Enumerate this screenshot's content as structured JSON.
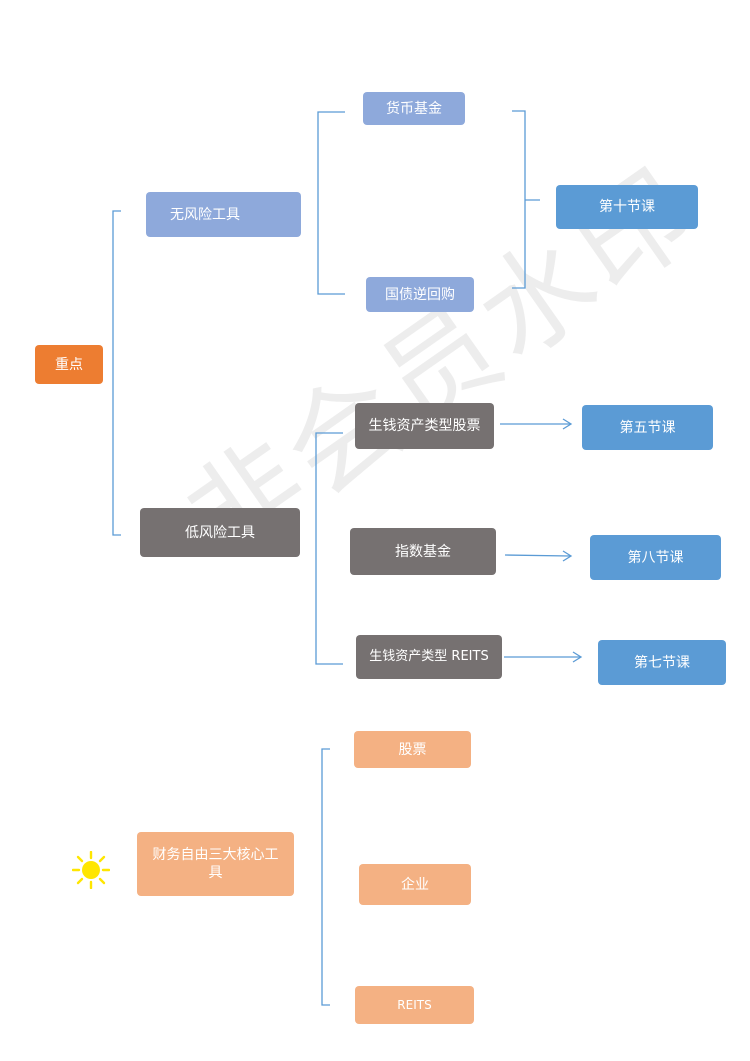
{
  "colors": {
    "orange": "#ED7D31",
    "blue_light": "#8EA9DB",
    "blue": "#5B9BD5",
    "gray": "#767171",
    "peach": "#F4B183",
    "line": "#5B9BD5",
    "sun": "#FFE600"
  },
  "watermark": "非会员水印",
  "root": {
    "label": "重点"
  },
  "risk_free": {
    "label": "无风险工具",
    "items": [
      "货币基金",
      "国债逆回购"
    ],
    "lesson": "第十节课"
  },
  "low_risk": {
    "label": "低风险工具",
    "items": [
      {
        "label": "生钱资产类型股票",
        "lesson": "第五节课"
      },
      {
        "label": "指数基金",
        "lesson": "第八节课"
      },
      {
        "label": "生钱资产类型 REITS",
        "lesson": "第七节课"
      }
    ]
  },
  "core": {
    "icon": "sun-icon",
    "label": "财务自由三大核心工具",
    "items": [
      "股票",
      "企业",
      "REITS"
    ]
  }
}
